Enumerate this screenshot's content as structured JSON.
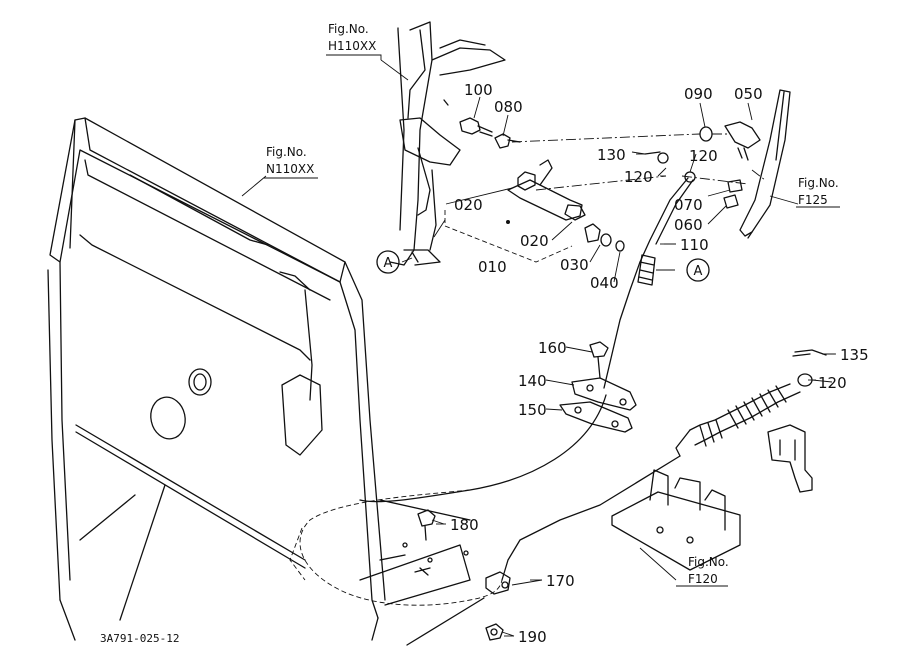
{
  "diagram": {
    "fig_refs": [
      {
        "id": "h110",
        "line1": "Fig.No.",
        "line2": "H110XX"
      },
      {
        "id": "n110",
        "line1": "Fig.No.",
        "line2": "N110XX"
      },
      {
        "id": "f125",
        "line1": "Fig.No.",
        "line2": "F125"
      },
      {
        "id": "f120",
        "line1": "Fig.No.",
        "line2": "F120"
      }
    ],
    "parts": [
      "100",
      "080",
      "090",
      "050",
      "130",
      "120",
      "120",
      "120",
      "020",
      "020",
      "010",
      "030",
      "040",
      "070",
      "060",
      "110",
      "160",
      "140",
      "150",
      "135",
      "180",
      "170",
      "190"
    ],
    "refs": [
      "A",
      "A"
    ],
    "drawing_code": "3A791-025-12"
  }
}
